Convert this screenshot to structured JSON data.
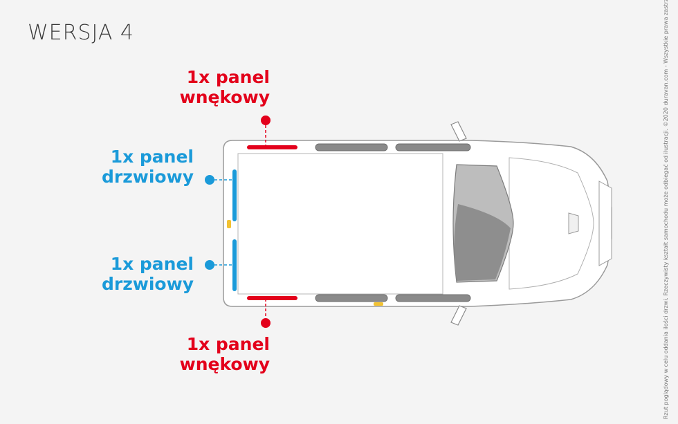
{
  "title": "WERSJA 4",
  "labels": {
    "top": {
      "line1": "1x panel",
      "line2": "wnękowy"
    },
    "door1": {
      "line1": "1x panel",
      "line2": "drzwiowy"
    },
    "door2": {
      "line1": "1x panel",
      "line2": "drzwiowy"
    },
    "bottom": {
      "line1": "1x panel",
      "line2": "wnękowy"
    }
  },
  "side_note": "Rzut poglądowy w celu oddania ilości drzwi. Rzeczywisty kształt samochodu może odbiegać od ilustracji. ©2020 duravan.com - Wszystkie prawa zastrzeżone.",
  "colors": {
    "red": "#e3001b",
    "blue": "#1a9ad9",
    "text": "#3b3b3b"
  }
}
